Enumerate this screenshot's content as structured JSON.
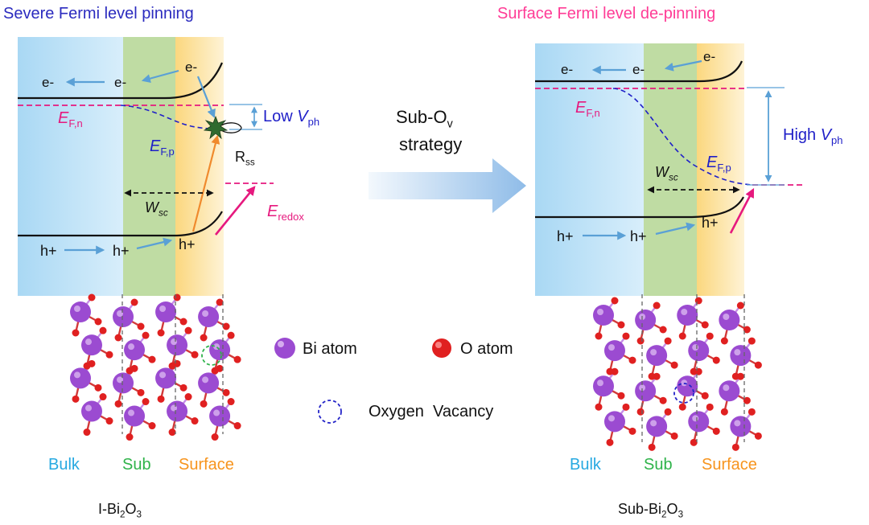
{
  "left_panel": {
    "title": "Severe Fermi level pinning",
    "electron_labels": [
      "e-",
      "e-",
      "e-"
    ],
    "hole_labels": [
      "h+",
      "h+",
      "h+"
    ],
    "efn": {
      "main": "E",
      "sub": "F,n"
    },
    "efp": {
      "main": "E",
      "sub": "F,p"
    },
    "low_vph": {
      "prefix": "Low ",
      "var": "V",
      "sub": "ph"
    },
    "rss": {
      "main": "R",
      "sub": "ss"
    },
    "wsc": {
      "var": "W",
      "sub": "sc"
    },
    "eredox": {
      "main": "E",
      "sub": "redox"
    },
    "regions": [
      "Bulk",
      "Sub",
      "Surface"
    ],
    "caption": {
      "a": "I-Bi",
      "s1": "2",
      "b": "O",
      "s2": "3"
    }
  },
  "middle": {
    "strategy_line1_main": "Sub-O",
    "strategy_line1_sub": "v",
    "strategy_line2": "strategy",
    "legend": {
      "bi_atom": "Bi atom",
      "o_atom": "O atom",
      "oxygen_vacancy": "Oxygen  Vacancy"
    }
  },
  "right_panel": {
    "title": "Surface Fermi level de-pinning",
    "electron_labels": [
      "e-",
      "e-",
      "e-"
    ],
    "hole_labels": [
      "h+",
      "h+",
      "h+"
    ],
    "efn": {
      "main": "E",
      "sub": "F,n"
    },
    "efp": {
      "main": "E",
      "sub": "F,p"
    },
    "high_vph": {
      "prefix": "High ",
      "var": "V",
      "sub": "ph"
    },
    "wsc": {
      "var": "W",
      "sub": "sc"
    },
    "regions": [
      "Bulk",
      "Sub",
      "Surface"
    ],
    "caption": {
      "a": "Sub-Bi",
      "s1": "2",
      "b": "O",
      "s2": "3"
    }
  },
  "colors": {
    "title_left": "#2b2bbf",
    "title_right": "#ff3c96",
    "bulk": "#27a9e1",
    "sub": "#2fb34a",
    "surface": "#f7941d",
    "magenta": "#e6197e",
    "blue_arrow": "#5aa0d6",
    "vph_blue": "#1f1fc8",
    "orange_arrow": "#f08a2d",
    "bi": "#9b4bd1",
    "o": "#e02020"
  }
}
